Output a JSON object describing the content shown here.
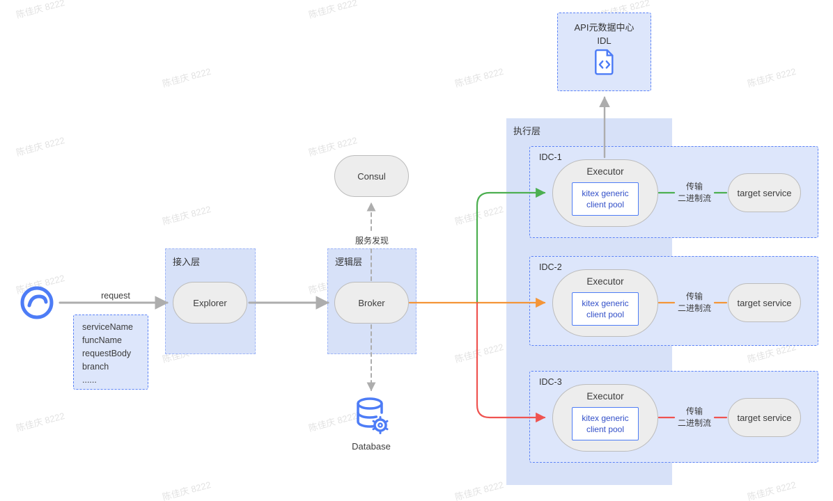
{
  "colors": {
    "accent_blue": "#4d7cf6",
    "box_fill": "#dde6fb",
    "layer_fill": "#d7e1f8",
    "box_border": "#5b82f7",
    "pill_fill": "#ededed",
    "pill_border": "#bcbcbc",
    "arrow_gray": "#adadad",
    "green": "#4caf50",
    "orange": "#f49537",
    "red": "#ef5350",
    "text_dark": "#3b3b3b",
    "pool_text": "#3350c8"
  },
  "watermark": {
    "text": "陈佳庆 8222"
  },
  "icons": {
    "client": "client-logo",
    "database": "database-icon",
    "idl": "code-file-icon"
  },
  "flow": {
    "request_label": "request",
    "discovery_label": "服务发现"
  },
  "client_note": {
    "lines": [
      "serviceName",
      "funcName",
      "requestBody",
      "branch",
      "......"
    ]
  },
  "layers": {
    "access": {
      "label": "接入层",
      "node": "Explorer"
    },
    "logic": {
      "label": "逻辑层",
      "node": "Broker"
    },
    "execution": {
      "label": "执行层"
    }
  },
  "consul": {
    "label": "Consul"
  },
  "database": {
    "label": "Database"
  },
  "api_center": {
    "title": "API元数据中心",
    "subtitle": "IDL"
  },
  "transfer": {
    "line1": "传输",
    "line2": "二进制流"
  },
  "idcs": [
    {
      "label": "IDC-1",
      "executor": "Executor",
      "pool": "kitex generic client pool",
      "target": "target service"
    },
    {
      "label": "IDC-2",
      "executor": "Executor",
      "pool": "kitex generic client pool",
      "target": "target service"
    },
    {
      "label": "IDC-3",
      "executor": "Executor",
      "pool": "kitex generic client pool",
      "target": "target service"
    }
  ]
}
